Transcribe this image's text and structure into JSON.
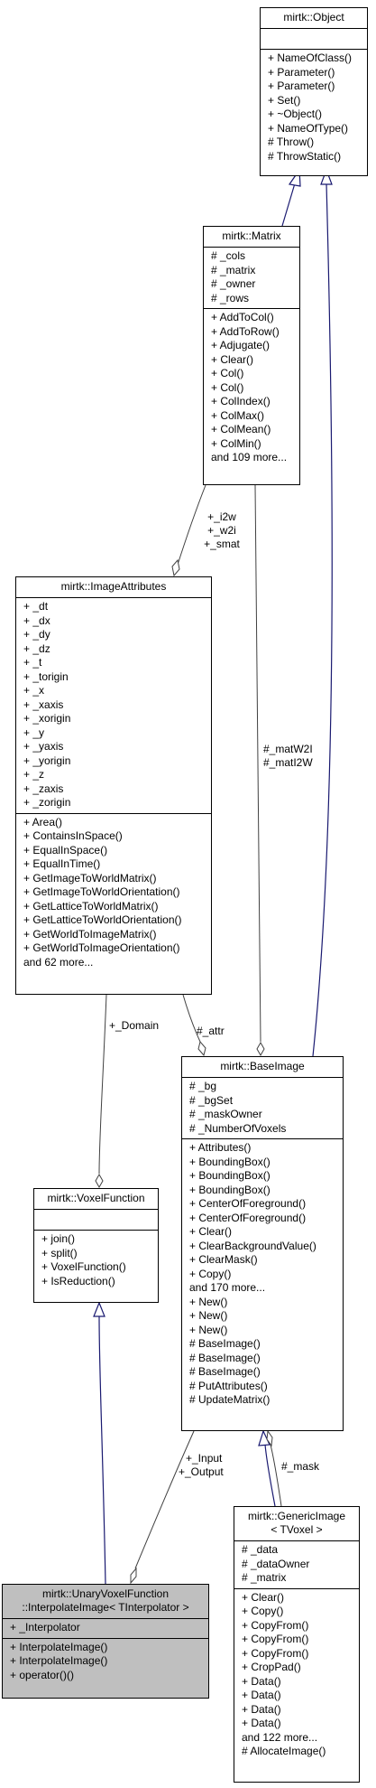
{
  "classes": {
    "object": {
      "title": [
        "mirtk::Object"
      ],
      "attributes": [],
      "methods": [
        "+ NameOfClass()",
        "+ Parameter()",
        "+ Parameter()",
        "+ Set()",
        "+ ~Object()",
        "+ NameOfType()",
        "# Throw()",
        "# ThrowStatic()"
      ]
    },
    "matrix": {
      "title": [
        "mirtk::Matrix"
      ],
      "attributes": [
        "# _cols",
        "# _matrix",
        "# _owner",
        "# _rows"
      ],
      "methods": [
        "+ AddToCol()",
        "+ AddToRow()",
        "+ Adjugate()",
        "+ Clear()",
        "+ Col()",
        "+ Col()",
        "+ ColIndex()",
        "+ ColMax()",
        "+ ColMean()",
        "+ ColMin()",
        "and 109 more..."
      ]
    },
    "imageattributes": {
      "title": [
        "mirtk::ImageAttributes"
      ],
      "attributes": [
        "+ _dt",
        "+ _dx",
        "+ _dy",
        "+ _dz",
        "+ _t",
        "+ _torigin",
        "+ _x",
        "+ _xaxis",
        "+ _xorigin",
        "+ _y",
        "+ _yaxis",
        "+ _yorigin",
        "+ _z",
        "+ _zaxis",
        "+ _zorigin"
      ],
      "methods": [
        "+ Area()",
        "+ ContainsInSpace()",
        "+ EqualInSpace()",
        "+ EqualInTime()",
        "+ GetImageToWorldMatrix()",
        "+ GetImageToWorldOrientation()",
        "+ GetLatticeToWorldMatrix()",
        "+ GetLatticeToWorldOrientation()",
        "+ GetWorldToImageMatrix()",
        "+ GetWorldToImageOrientation()",
        "and 62 more..."
      ]
    },
    "baseimage": {
      "title": [
        "mirtk::BaseImage"
      ],
      "attributes": [
        "# _bg",
        "# _bgSet",
        "# _maskOwner",
        "# _NumberOfVoxels"
      ],
      "methods": [
        "+ Attributes()",
        "+ BoundingBox()",
        "+ BoundingBox()",
        "+ BoundingBox()",
        "+ CenterOfForeground()",
        "+ CenterOfForeground()",
        "+ Clear()",
        "+ ClearBackgroundValue()",
        "+ ClearMask()",
        "+ Copy()",
        "and 170 more...",
        "+ New()",
        "+ New()",
        "+ New()",
        "# BaseImage()",
        "# BaseImage()",
        "# BaseImage()",
        "# PutAttributes()",
        "# UpdateMatrix()"
      ]
    },
    "voxelfunction": {
      "title": [
        "mirtk::VoxelFunction"
      ],
      "attributes": [],
      "methods": [
        "+ join()",
        "+ split()",
        "+ VoxelFunction()",
        "+ IsReduction()"
      ]
    },
    "unary": {
      "title": [
        "mirtk::UnaryVoxelFunction",
        "::InterpolateImage< TInterpolator >"
      ],
      "attributes": [
        "+ _Interpolator"
      ],
      "methods": [
        "+ InterpolateImage()",
        "+ InterpolateImage()",
        "+ operator()()"
      ]
    },
    "genericimage": {
      "title": [
        "mirtk::GenericImage",
        "< TVoxel >"
      ],
      "attributes": [
        "# _data",
        "# _dataOwner",
        "# _matrix"
      ],
      "methods": [
        "+ Clear()",
        "+ Copy()",
        "+ CopyFrom()",
        "+ CopyFrom()",
        "+ CopyFrom()",
        "+ CropPad()",
        "+ Data()",
        "+ Data()",
        "+ Data()",
        "+ Data()",
        "and 122 more...",
        "# AllocateImage()"
      ]
    }
  },
  "edge_labels": {
    "matrix_to_imageattributes": [
      "+_i2w",
      "+_w2i",
      "+_smat"
    ],
    "matrix_to_baseimage": [
      "#_matW2I",
      "#_matI2W"
    ],
    "imageattributes_to_baseimage": [
      "#_attr"
    ],
    "imageattributes_to_voxelfunction": [
      "+_Domain"
    ],
    "baseimage_to_unary": [
      "+_Input",
      "+_Output"
    ],
    "baseimage_to_genericimage": [
      "#_mask"
    ]
  },
  "colors": {
    "inheritance": "#191970",
    "usage": "#404040",
    "highlight_fill": "#bfbfbf"
  }
}
